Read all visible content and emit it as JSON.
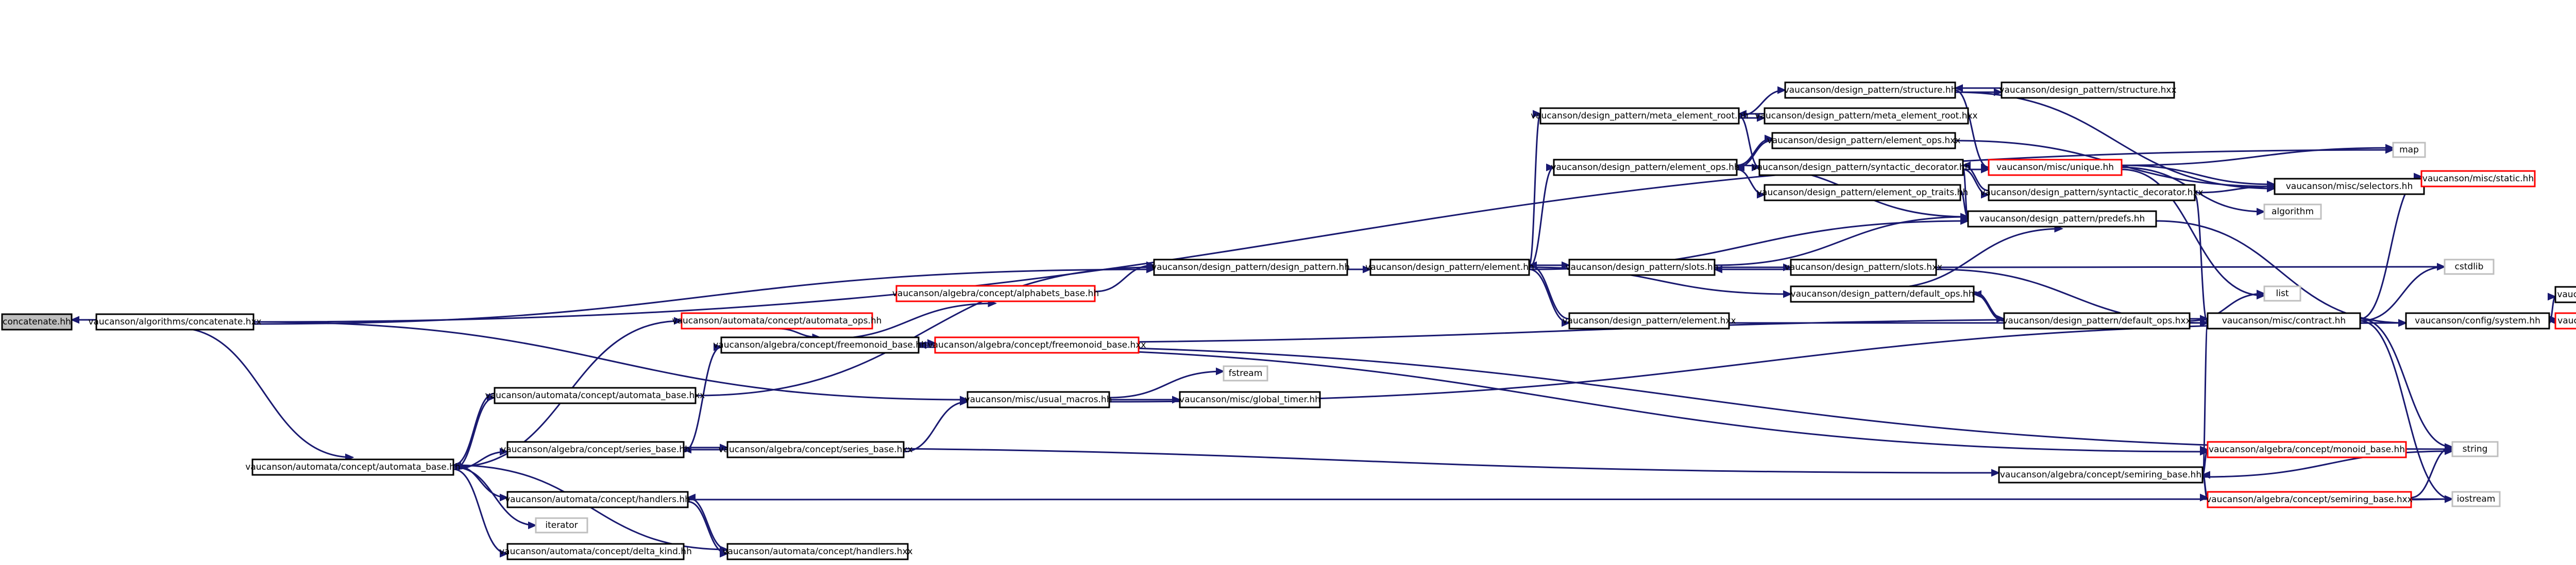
{
  "graph": {
    "nodes": [
      {
        "id": "n_concat_hh",
        "label": "concatenate.hh",
        "kind": "root"
      },
      {
        "id": "n_concat_hxx",
        "label": "vaucanson/algorithms/concatenate.hxx",
        "kind": "normal"
      },
      {
        "id": "n_map",
        "label": "map",
        "kind": "external"
      },
      {
        "id": "n_dp_hh",
        "label": "vaucanson/design_pattern/design_pattern.hh",
        "kind": "normal"
      },
      {
        "id": "n_auto_base_hh",
        "label": "vaucanson/automata/concept/automata_base.hh",
        "kind": "normal"
      },
      {
        "id": "n_usual_macros",
        "label": "vaucanson/misc/usual_macros.hh",
        "kind": "normal"
      },
      {
        "id": "n_element_hh",
        "label": "vaucanson/design_pattern/element.hh",
        "kind": "normal"
      },
      {
        "id": "n_alphabets_base",
        "label": "vaucanson/algebra/concept/alphabets_base.hh",
        "kind": "missing"
      },
      {
        "id": "n_auto_ops",
        "label": "vaucanson/automata/concept/automata_ops.hh",
        "kind": "missing"
      },
      {
        "id": "n_freemonoid_base_hh",
        "label": "vaucanson/algebra/concept/freemonoid_base.hh",
        "kind": "normal"
      },
      {
        "id": "n_freemonoid_base_hxx",
        "label": "vaucanson/algebra/concept/freemonoid_base.hxx",
        "kind": "missing"
      },
      {
        "id": "n_fstream",
        "label": "fstream",
        "kind": "external"
      },
      {
        "id": "n_global_timer",
        "label": "vaucanson/misc/global_timer.hh",
        "kind": "normal"
      },
      {
        "id": "n_auto_base_hxx",
        "label": "vaucanson/automata/concept/automata_base.hxx",
        "kind": "normal"
      },
      {
        "id": "n_series_base_hh",
        "label": "vaucanson/algebra/concept/series_base.hh",
        "kind": "normal"
      },
      {
        "id": "n_series_base_hxx",
        "label": "vaucanson/algebra/concept/series_base.hxx",
        "kind": "normal"
      },
      {
        "id": "n_transitions",
        "label": "vaucanson/automata/concept/handlers.hh",
        "kind": "normal"
      },
      {
        "id": "n_iterator",
        "label": "iterator",
        "kind": "external"
      },
      {
        "id": "n_delta_kind",
        "label": "vaucanson/automata/concept/delta_kind.hh",
        "kind": "normal"
      },
      {
        "id": "n_handlers_hxx",
        "label": "vaucanson/automata/concept/handlers.hxx",
        "kind": "normal"
      },
      {
        "id": "n_meta_elem_hh",
        "label": "vaucanson/design_pattern/meta_element_root.hh",
        "kind": "normal"
      },
      {
        "id": "n_structure_hh",
        "label": "vaucanson/design_pattern/structure.hh",
        "kind": "normal"
      },
      {
        "id": "n_structure_hxx",
        "label": "vaucanson/design_pattern/structure.hxx",
        "kind": "normal"
      },
      {
        "id": "n_meta_elem_hxx",
        "label": "vaucanson/design_pattern/meta_element_root.hxx",
        "kind": "normal"
      },
      {
        "id": "n_elem_ops_hxx",
        "label": "vaucanson/design_pattern/element_ops.hxx",
        "kind": "normal"
      },
      {
        "id": "n_elem_ops_hh",
        "label": "vaucanson/design_pattern/element_ops.hh",
        "kind": "normal"
      },
      {
        "id": "n_syn_dec_hh",
        "label": "vaucanson/design_pattern/syntactic_decorator.hh",
        "kind": "normal"
      },
      {
        "id": "n_unique_hh",
        "label": "vaucanson/misc/unique.hh",
        "kind": "missing"
      },
      {
        "id": "n_syn_dec_hxx",
        "label": "vaucanson/design_pattern/syntactic_decorator.hxx",
        "kind": "normal"
      },
      {
        "id": "n_selectors",
        "label": "vaucanson/misc/selectors.hh",
        "kind": "normal"
      },
      {
        "id": "n_elem_op_traits",
        "label": "vaucanson/design_pattern/element_op_traits.hh",
        "kind": "normal"
      },
      {
        "id": "n_predefs",
        "label": "vaucanson/design_pattern/predefs.hh",
        "kind": "normal"
      },
      {
        "id": "n_static",
        "label": "vaucanson/misc/static.hh",
        "kind": "missing"
      },
      {
        "id": "n_algorithm",
        "label": "algorithm",
        "kind": "external"
      },
      {
        "id": "n_slots_hh",
        "label": "vaucanson/design_pattern/slots.hh",
        "kind": "normal"
      },
      {
        "id": "n_slots_hxx",
        "label": "vaucanson/design_pattern/slots.hxx",
        "kind": "normal"
      },
      {
        "id": "n_cstdlib",
        "label": "cstdlib",
        "kind": "external"
      },
      {
        "id": "n_list",
        "label": "list",
        "kind": "external"
      },
      {
        "id": "n_default_ops_hh",
        "label": "vaucanson/design_pattern/default_ops.hh",
        "kind": "normal"
      },
      {
        "id": "n_elem_hxx",
        "label": "vaucanson/design_pattern/element.hxx",
        "kind": "normal"
      },
      {
        "id": "n_default_ops_hxx",
        "label": "vaucanson/design_pattern/default_ops.hxx",
        "kind": "normal"
      },
      {
        "id": "n_contract",
        "label": "vaucanson/misc/contract.hh",
        "kind": "normal"
      },
      {
        "id": "n_config_system",
        "label": "vaucanson/config/system.hh",
        "kind": "normal"
      },
      {
        "id": "n_config_pconf",
        "label": "vaucanson/config/pconf.hh",
        "kind": "normal"
      },
      {
        "id": "n_config_math",
        "label": "vaucanson/config/math.hh",
        "kind": "missing"
      },
      {
        "id": "n_monoid_base",
        "label": "vaucanson/algebra/concept/monoid_base.hh",
        "kind": "missing"
      },
      {
        "id": "n_semiring_base_hh",
        "label": "vaucanson/algebra/concept/semiring_base.hh",
        "kind": "normal"
      },
      {
        "id": "n_semiring_base_hxx",
        "label": "vaucanson/algebra/concept/semiring_base.hxx",
        "kind": "missing"
      },
      {
        "id": "n_string",
        "label": "string",
        "kind": "external"
      },
      {
        "id": "n_iostream",
        "label": "iostream",
        "kind": "external"
      }
    ],
    "edges": [
      {
        "from": "n_concat_hxx",
        "to": "n_concat_hh"
      },
      {
        "from": "n_concat_hxx",
        "to": "n_map"
      },
      {
        "from": "n_concat_hxx",
        "to": "n_dp_hh"
      },
      {
        "from": "n_concat_hxx",
        "to": "n_auto_base_hh"
      },
      {
        "from": "n_concat_hxx",
        "to": "n_usual_macros"
      },
      {
        "from": "n_dp_hh",
        "to": "n_element_hh"
      },
      {
        "from": "n_element_hh",
        "to": "n_meta_elem_hh"
      },
      {
        "from": "n_element_hh",
        "to": "n_elem_ops_hh"
      },
      {
        "from": "n_element_hh",
        "to": "n_predefs"
      },
      {
        "from": "n_element_hh",
        "to": "n_slots_hh"
      },
      {
        "from": "n_element_hh",
        "to": "n_default_ops_hh"
      },
      {
        "from": "n_element_hh",
        "to": "n_elem_hxx"
      },
      {
        "from": "n_elem_hxx",
        "to": "n_element_hh"
      },
      {
        "from": "n_meta_elem_hh",
        "to": "n_structure_hh"
      },
      {
        "from": "n_meta_elem_hh",
        "to": "n_meta_elem_hxx"
      },
      {
        "from": "n_meta_elem_hxx",
        "to": "n_meta_elem_hh"
      },
      {
        "from": "n_meta_elem_hh",
        "to": "n_syn_dec_hh"
      },
      {
        "from": "n_structure_hh",
        "to": "n_structure_hxx"
      },
      {
        "from": "n_structure_hxx",
        "to": "n_structure_hh"
      },
      {
        "from": "n_structure_hh",
        "to": "n_unique_hh"
      },
      {
        "from": "n_structure_hh",
        "to": "n_selectors"
      },
      {
        "from": "n_elem_ops_hh",
        "to": "n_elem_ops_hxx"
      },
      {
        "from": "n_elem_ops_hxx",
        "to": "n_elem_ops_hh"
      },
      {
        "from": "n_elem_ops_hh",
        "to": "n_elem_op_traits"
      },
      {
        "from": "n_elem_ops_hh",
        "to": "n_predefs"
      },
      {
        "from": "n_elem_ops_hxx",
        "to": "n_selectors"
      },
      {
        "from": "n_syn_dec_hh",
        "to": "n_syn_dec_hxx"
      },
      {
        "from": "n_syn_dec_hxx",
        "to": "n_syn_dec_hh"
      },
      {
        "from": "n_syn_dec_hh",
        "to": "n_predefs"
      },
      {
        "from": "n_syn_dec_hh",
        "to": "n_unique_hh"
      },
      {
        "from": "n_unique_hh",
        "to": "n_map"
      },
      {
        "from": "n_unique_hh",
        "to": "n_algorithm"
      },
      {
        "from": "n_unique_hh",
        "to": "n_list"
      },
      {
        "from": "n_unique_hh",
        "to": "n_selectors"
      },
      {
        "from": "n_syn_dec_hxx",
        "to": "n_selectors"
      },
      {
        "from": "n_syn_dec_hxx",
        "to": "n_contract"
      },
      {
        "from": "n_elem_op_traits",
        "to": "n_predefs"
      },
      {
        "from": "n_slots_hh",
        "to": "n_slots_hxx"
      },
      {
        "from": "n_slots_hxx",
        "to": "n_slots_hh"
      },
      {
        "from": "n_slots_hh",
        "to": "n_predefs"
      },
      {
        "from": "n_slots_hxx",
        "to": "n_cstdlib"
      },
      {
        "from": "n_slots_hxx",
        "to": "n_contract"
      },
      {
        "from": "n_default_ops_hh",
        "to": "n_default_ops_hxx"
      },
      {
        "from": "n_default_ops_hxx",
        "to": "n_default_ops_hh"
      },
      {
        "from": "n_default_ops_hh",
        "to": "n_predefs"
      },
      {
        "from": "n_default_ops_hxx",
        "to": "n_contract"
      },
      {
        "from": "n_default_ops_hxx",
        "to": "n_list"
      },
      {
        "from": "n_elem_hxx",
        "to": "n_contract"
      },
      {
        "from": "n_contract",
        "to": "n_static"
      },
      {
        "from": "n_contract",
        "to": "n_cstdlib"
      },
      {
        "from": "n_contract",
        "to": "n_config_system"
      },
      {
        "from": "n_contract",
        "to": "n_string"
      },
      {
        "from": "n_contract",
        "to": "n_iostream"
      },
      {
        "from": "n_config_system",
        "to": "n_config_pconf"
      },
      {
        "from": "n_config_system",
        "to": "n_config_math"
      },
      {
        "from": "n_config_math",
        "to": "n_config_system"
      },
      {
        "from": "n_predefs",
        "to": "n_config_system"
      },
      {
        "from": "n_usual_macros",
        "to": "n_fstream"
      },
      {
        "from": "n_usual_macros",
        "to": "n_global_timer"
      },
      {
        "from": "n_usual_macros",
        "to": "n_config_system"
      },
      {
        "from": "n_alphabets_base",
        "to": "n_dp_hh"
      },
      {
        "from": "n_auto_base_hh",
        "to": "n_auto_ops"
      },
      {
        "from": "n_auto_base_hh",
        "to": "n_auto_base_hxx"
      },
      {
        "from": "n_auto_base_hxx",
        "to": "n_auto_base_hh"
      },
      {
        "from": "n_auto_base_hxx",
        "to": "n_dp_hh"
      },
      {
        "from": "n_auto_base_hh",
        "to": "n_series_base_hh"
      },
      {
        "from": "n_auto_base_hh",
        "to": "n_transitions"
      },
      {
        "from": "n_auto_base_hh",
        "to": "n_iterator"
      },
      {
        "from": "n_auto_base_hh",
        "to": "n_delta_kind"
      },
      {
        "from": "n_auto_base_hh",
        "to": "n_handlers_hxx"
      },
      {
        "from": "n_auto_ops",
        "to": "n_freemonoid_base_hh"
      },
      {
        "from": "n_freemonoid_base_hh",
        "to": "n_alphabets_base"
      },
      {
        "from": "n_freemonoid_base_hh",
        "to": "n_freemonoid_base_hxx"
      },
      {
        "from": "n_freemonoid_base_hxx",
        "to": "n_freemonoid_base_hh"
      },
      {
        "from": "n_freemonoid_base_hh",
        "to": "n_monoid_base"
      },
      {
        "from": "n_freemonoid_base_hh",
        "to": "n_contract"
      },
      {
        "from": "n_freemonoid_base_hh",
        "to": "n_string"
      },
      {
        "from": "n_series_base_hh",
        "to": "n_freemonoid_base_hh"
      },
      {
        "from": "n_series_base_hh",
        "to": "n_series_base_hxx"
      },
      {
        "from": "n_series_base_hxx",
        "to": "n_series_base_hh"
      },
      {
        "from": "n_series_base_hxx",
        "to": "n_usual_macros"
      },
      {
        "from": "n_series_base_hh",
        "to": "n_semiring_base_hh"
      },
      {
        "from": "n_semiring_base_hh",
        "to": "n_monoid_base"
      },
      {
        "from": "n_semiring_base_hh",
        "to": "n_contract"
      },
      {
        "from": "n_semiring_base_hh",
        "to": "n_semiring_base_hxx"
      },
      {
        "from": "n_semiring_base_hxx",
        "to": "n_semiring_base_hh"
      },
      {
        "from": "n_semiring_base_hh",
        "to": "n_string"
      },
      {
        "from": "n_semiring_base_hxx",
        "to": "n_string"
      },
      {
        "from": "n_semiring_base_hxx",
        "to": "n_iostream"
      },
      {
        "from": "n_transitions",
        "to": "n_handlers_hxx"
      },
      {
        "from": "n_handlers_hxx",
        "to": "n_transitions"
      },
      {
        "from": "n_transitions",
        "to": "n_iostream"
      }
    ]
  }
}
